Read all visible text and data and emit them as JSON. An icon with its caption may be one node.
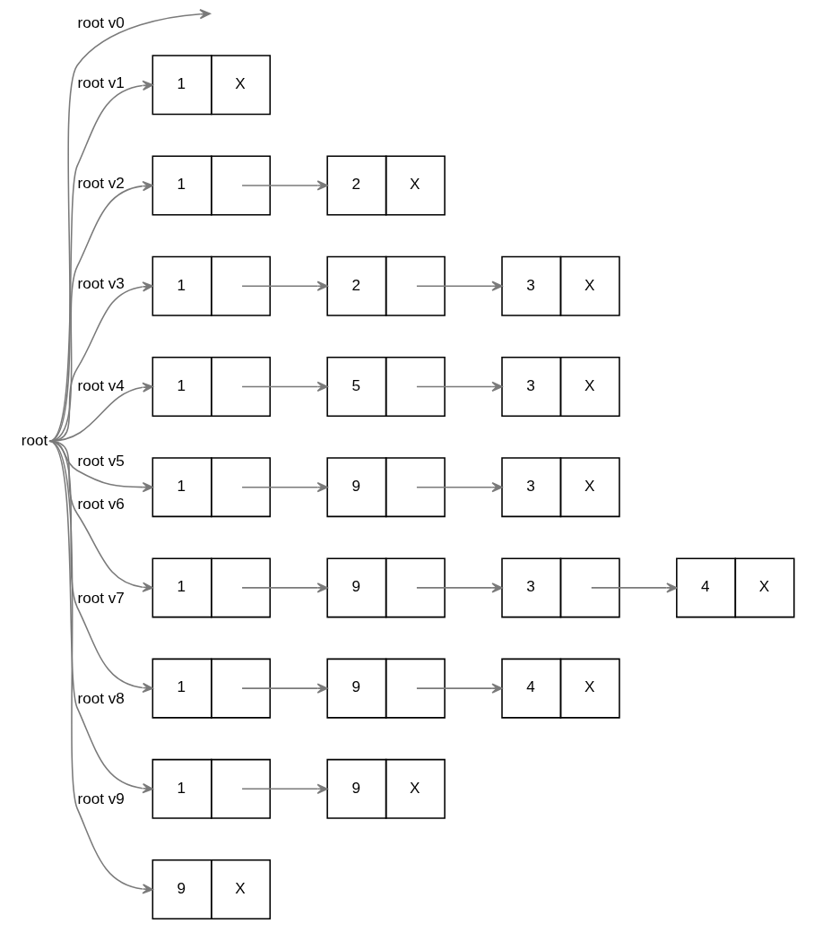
{
  "diagram": {
    "nodes": [
      {
        "text": [
          "root"
        ]
      },
      {
        "text": [
          "1",
          "X"
        ]
      },
      {
        "text": [
          "1"
        ]
      },
      {
        "text": [
          "2",
          "X"
        ]
      },
      {
        "text": [
          "1"
        ]
      },
      {
        "text": [
          "2"
        ]
      },
      {
        "text": [
          "3",
          "X"
        ]
      },
      {
        "text": [
          "1"
        ]
      },
      {
        "text": [
          "5"
        ]
      },
      {
        "text": [
          "3",
          "X"
        ]
      },
      {
        "text": [
          "1"
        ]
      },
      {
        "text": [
          "9"
        ]
      },
      {
        "text": [
          "3",
          "X"
        ]
      },
      {
        "text": [
          "1"
        ]
      },
      {
        "text": [
          "9"
        ]
      },
      {
        "text": [
          "3"
        ]
      },
      {
        "text": [
          "4",
          "X"
        ]
      },
      {
        "text": [
          "1"
        ]
      },
      {
        "text": [
          "9"
        ]
      },
      {
        "text": [
          "4",
          "X"
        ]
      },
      {
        "text": [
          "1"
        ]
      },
      {
        "text": [
          "9",
          "X"
        ]
      },
      {
        "text": [
          "9",
          "X"
        ]
      }
    ],
    "edges": [
      {
        "from": 0,
        "to": null,
        "arrow": "to",
        "label": "root v0"
      },
      {
        "from": 0,
        "to": 1,
        "arrow": "to",
        "label": "root v1"
      },
      {
        "from": 0,
        "to": 2,
        "arrow": "to",
        "label": "root v2"
      },
      {
        "from": 0,
        "to": 4,
        "arrow": "to",
        "label": "root v3"
      },
      {
        "from": 0,
        "to": 7,
        "arrow": "to",
        "label": "root v4"
      },
      {
        "from": 0,
        "to": 10,
        "arrow": "to",
        "label": "root v5"
      },
      {
        "from": 0,
        "to": 13,
        "arrow": "to",
        "label": "root v6"
      },
      {
        "from": 0,
        "to": 17,
        "arrow": "to",
        "label": "root v7"
      },
      {
        "from": 0,
        "to": 20,
        "arrow": "to",
        "label": "root v8"
      },
      {
        "from": 0,
        "to": 22,
        "arrow": "to",
        "label": "root v9"
      },
      {
        "from": 2,
        "to": 3,
        "arrow": "to"
      },
      {
        "from": 4,
        "to": 5,
        "arrow": "to"
      },
      {
        "from": 5,
        "to": 6,
        "arrow": "to"
      },
      {
        "from": 7,
        "to": 8,
        "arrow": "to"
      },
      {
        "from": 8,
        "to": 9,
        "arrow": "to"
      },
      {
        "from": 10,
        "to": 11,
        "arrow": "to"
      },
      {
        "from": 11,
        "to": 12,
        "arrow": "to"
      },
      {
        "from": 13,
        "to": 14,
        "arrow": "to"
      },
      {
        "from": 14,
        "to": 15,
        "arrow": "to"
      },
      {
        "from": 15,
        "to": 16,
        "arrow": "to"
      },
      {
        "from": 17,
        "to": 18,
        "arrow": "to"
      },
      {
        "from": 18,
        "to": 19,
        "arrow": "to"
      },
      {
        "from": 20,
        "to": 21,
        "arrow": "to"
      }
    ]
  }
}
